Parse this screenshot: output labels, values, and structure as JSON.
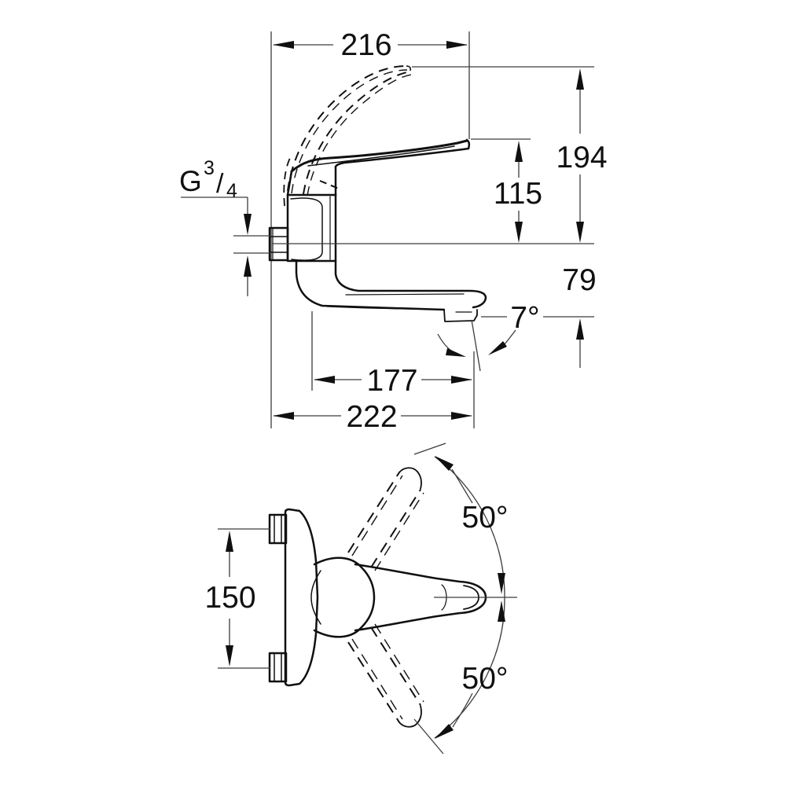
{
  "figure": {
    "kind": "technical dimension drawing",
    "subject": "wall-mounted single-lever sink mixer tap, side elevation and plan view",
    "colors": {
      "ink": "#101010",
      "thin_line": "#3c3c3c",
      "background": "#ffffff"
    },
    "labels": {
      "dim_width_top": "216",
      "dim_height_total": "194",
      "dim_height_handle": "115",
      "dim_outlet_drop": "79",
      "angle_spout_down": "7°",
      "dim_spout_projection": "177",
      "dim_overall_projection": "222",
      "dim_union_distance": "150",
      "angle_swivel_upper": "50°",
      "angle_swivel_lower": "50°",
      "thread_letter": "G",
      "thread_numerator": "3",
      "thread_slash": "/",
      "thread_denominator": "4"
    }
  }
}
